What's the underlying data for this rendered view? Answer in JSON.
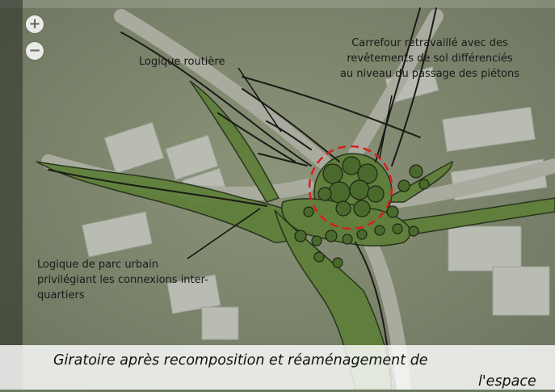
{
  "map": {
    "zoom_in_label": "+",
    "zoom_out_label": "−",
    "annotations": {
      "road_logic": "Logique routière",
      "junction": [
        "Carrefour retravaillé avec des",
        "revêtements de sol différenciés",
        "au niveau du passage des piétons"
      ],
      "park_logic": [
        "Logique de parc urbain",
        "privilégiant les connexions inter-",
        "quartiers"
      ]
    },
    "caption": [
      "Giratoire après recomposition et réaménagement de",
      "l'espace"
    ],
    "colors": {
      "green_space": "#5f7f3a",
      "roundabout_dash": "#d62020",
      "leader_line": "#111111"
    }
  }
}
